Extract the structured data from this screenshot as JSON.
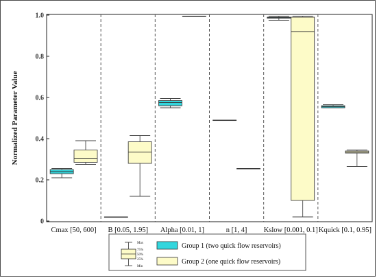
{
  "chart_data": {
    "type": "box",
    "ylabel": "Normalized Parameter Value",
    "ylim": [
      0,
      1
    ],
    "yticks": [
      "0",
      "0.2",
      "0.4",
      "0.6",
      "0.8",
      "1.0"
    ],
    "ytick_values": [
      0,
      0.2,
      0.4,
      0.6,
      0.8,
      1.0
    ],
    "categories": [
      "Cmax [50, 600]",
      "B [0.05, 1.95]",
      "Alpha [0.01, 1]",
      "n [1, 4]",
      "Kslow [0.001, 0.1]",
      "Kquick [0.1, 0.95]"
    ],
    "series": [
      {
        "name": "Group 1 (two quick flow reservoirs)",
        "color": "#33d6dd",
        "boxes": [
          {
            "min": 0.21,
            "q1": 0.23,
            "median": 0.24,
            "q3": 0.25,
            "max": 0.255
          },
          {
            "min": 0.02,
            "q1": 0.02,
            "median": 0.02,
            "q3": 0.02,
            "max": 0.02
          },
          {
            "min": 0.55,
            "q1": 0.56,
            "median": 0.575,
            "q3": 0.585,
            "max": 0.595
          },
          {
            "min": 0.49,
            "q1": 0.49,
            "median": 0.49,
            "q3": 0.49,
            "max": 0.49
          },
          {
            "min": 0.975,
            "q1": 0.985,
            "median": 0.987,
            "q3": 0.99,
            "max": 0.995
          },
          {
            "min": 0.55,
            "q1": 0.55,
            "median": 0.555,
            "q3": 0.56,
            "max": 0.565
          }
        ]
      },
      {
        "name": "Group 2 (one quick flow reservoirs)",
        "color": "#fdfbc8",
        "boxes": [
          {
            "min": 0.275,
            "q1": 0.285,
            "median": 0.305,
            "q3": 0.345,
            "max": 0.39
          },
          {
            "min": 0.12,
            "q1": 0.28,
            "median": 0.335,
            "q3": 0.385,
            "max": 0.415
          },
          {
            "min": 0.995,
            "q1": 0.995,
            "median": 0.995,
            "q3": 0.995,
            "max": 0.995
          },
          {
            "min": 0.255,
            "q1": 0.255,
            "median": 0.255,
            "q3": 0.255,
            "max": 0.255
          },
          {
            "min": 0.02,
            "q1": 0.1,
            "median": 0.92,
            "q3": 0.99,
            "max": 0.995
          },
          {
            "min": 0.265,
            "q1": 0.33,
            "median": 0.335,
            "q3": 0.34,
            "max": 0.345
          }
        ]
      }
    ],
    "legend_position": "bottom",
    "box_legend_labels": [
      "Max",
      "75%",
      "50%",
      "25%",
      "Min"
    ]
  }
}
